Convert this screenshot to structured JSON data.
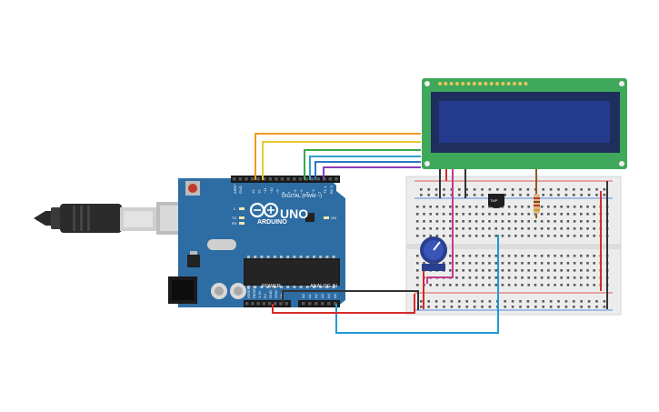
{
  "arduino": {
    "board_name": "UNO",
    "brand": "ARDUINO",
    "digital_label": "DIGITAL (PWM ~)",
    "power_label": "POWER",
    "analog_label": "ANALOG IN",
    "tx_label": "TX",
    "rx_label": "RX",
    "l_label": "L",
    "on_label": "ON",
    "aref_label": "AREF",
    "gnd_label": "GND",
    "ioref_label": "IOREF",
    "reset_label": "RESET",
    "v33_label": "3.3V",
    "v5_label": "5V",
    "vin_label": "Vin",
    "digital_pins": [
      "13",
      "12",
      "~11",
      "~10",
      "~9",
      "8",
      "7",
      "~6",
      "~5",
      "4",
      "~3",
      "2",
      "TX 1",
      "RX 0"
    ],
    "analog_pins": [
      "A0",
      "A1",
      "A2",
      "A3",
      "A4",
      "A5"
    ]
  },
  "sensor": {
    "label": "TMP"
  },
  "lcd": {
    "pin_count": 16
  },
  "colors": {
    "board": "#2d6da3",
    "board_dark": "#1f5585",
    "lcd_pcb": "#3fa85a",
    "lcd_screen": "#243a8c",
    "breadboard": "#ececec",
    "wire_orange": "#f29a1e",
    "wire_yellow": "#e8c832",
    "wire_green": "#3aa84c",
    "wire_cyan": "#2fa3c9",
    "wire_blue": "#2a78c8",
    "wire_purple": "#8a3ab9",
    "wire_magenta": "#c23a8f",
    "wire_red": "#d62a2a",
    "wire_black": "#333333",
    "wire_light_blue": "#1e9ad6"
  }
}
